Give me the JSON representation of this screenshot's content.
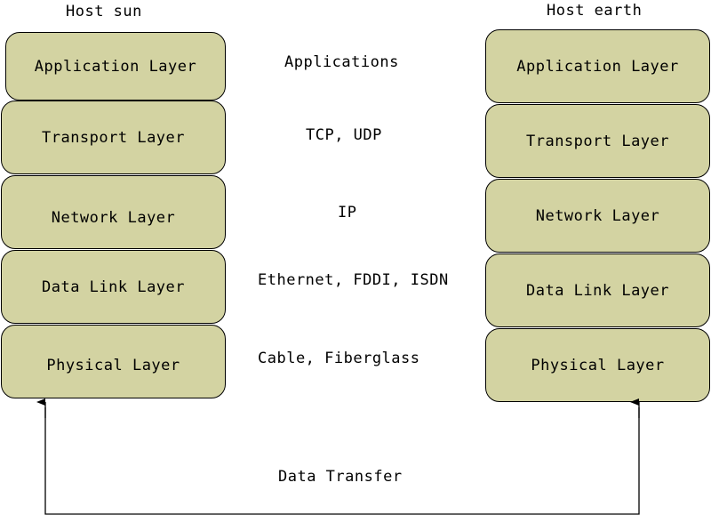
{
  "hosts": [
    {
      "title": "Host sun",
      "layers": [
        "Application Layer",
        "Transport Layer",
        "Network Layer",
        "Data Link Layer",
        "Physical Layer"
      ]
    },
    {
      "title": "Host earth",
      "layers": [
        "Application Layer",
        "Transport Layer",
        "Network Layer",
        "Data Link Layer",
        "Physical Layer"
      ]
    }
  ],
  "protocols": [
    "Applications",
    "TCP, UDP",
    "IP",
    "Ethernet, FDDI, ISDN",
    "Cable, Fiberglass"
  ],
  "connection_label": "Data Transfer",
  "colors": {
    "layer_fill": "#d3d3a2",
    "outline": "#000000"
  }
}
